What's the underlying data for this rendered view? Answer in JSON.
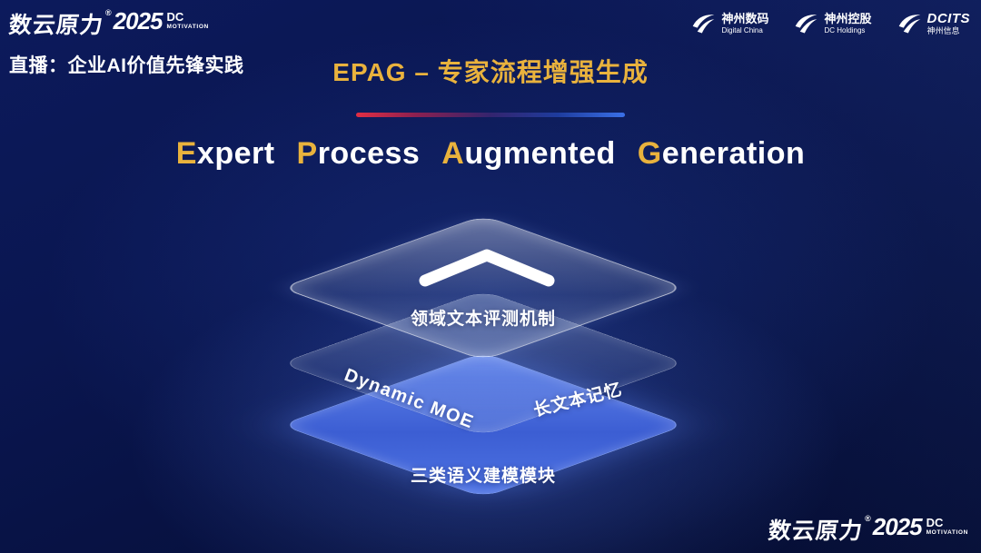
{
  "colors": {
    "gold": "#e9b23d",
    "background": "#081244",
    "layer_blue": "#4f74e4",
    "divider_red": "#e22e44",
    "divider_blue": "#3a70e8"
  },
  "brand": {
    "name": "数云原力",
    "reg": "®",
    "year": "2025",
    "dc": "DC",
    "motivation": "MOTIVATION"
  },
  "header": {
    "live_label": "直播：企业AI价值先锋实践",
    "title": "EPAG – 专家流程增强生成",
    "partners": [
      {
        "name": "神州数码",
        "sub": "Digital China"
      },
      {
        "name": "神州控股",
        "sub": "DC Holdings"
      },
      {
        "name": "DCITS",
        "sub": "神州信息"
      }
    ]
  },
  "subtitle": {
    "words": [
      {
        "initial": "E",
        "rest": "xpert"
      },
      {
        "initial": "P",
        "rest": "rocess"
      },
      {
        "initial": "A",
        "rest": "ugmented"
      },
      {
        "initial": "G",
        "rest": "eneration"
      }
    ]
  },
  "diagram": {
    "top_label": "领域文本评测机制",
    "middle_left_label": "Dynamic MOE",
    "middle_right_label": "长文本记忆",
    "bottom_label": "三类语义建模模块"
  }
}
